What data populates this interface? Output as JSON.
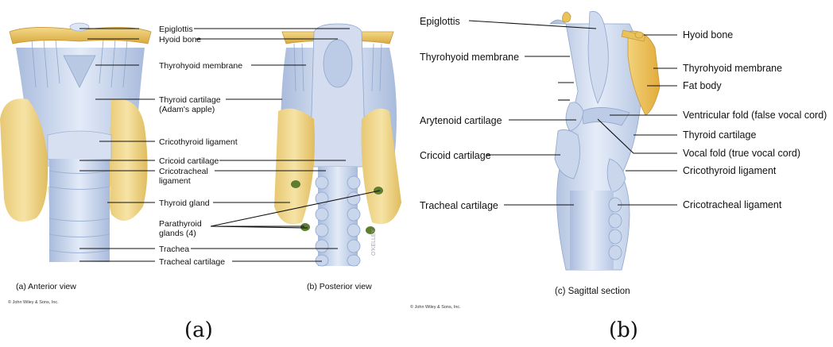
{
  "panel_a": {
    "labels": [
      "Epiglottis",
      "Hyoid bone",
      "Thyrohyoid membrane",
      "Thyroid cartilage",
      "(Adam's apple)",
      "Cricothyroid ligament",
      "Cricoid cartilage",
      "Cricotracheal",
      "ligament",
      "Thyroid gland",
      "Parathyroid",
      "glands (4)",
      "Trachea",
      "Tracheal cartilage"
    ],
    "caption_anterior": "(a) Anterior view",
    "caption_posterior": "(b) Posterior view",
    "copyright": "© John Wiley & Sons, Inc.",
    "artist_signature": "O'KELLEY",
    "subfigure_label": "(a)"
  },
  "panel_b": {
    "labels_left": [
      "Epiglottis",
      "Thyrohyoid membrane",
      "Arytenoid cartilage",
      "Cricoid cartilage",
      "Tracheal cartilage"
    ],
    "labels_right": [
      "Hyoid bone",
      "Thyrohyoid membrane",
      "Fat body",
      "Ventricular fold (false vocal cord)",
      "Thyroid cartilage",
      "Vocal fold (true vocal cord)",
      "Cricothyroid ligament",
      "Cricotracheal ligament"
    ],
    "caption": "(c) Sagittal section",
    "copyright": "© John Wiley & Sons, Inc.",
    "subfigure_label": "(b)"
  },
  "colors": {
    "cartilage": "#c9d6ec",
    "cartilage_dark": "#8fa6cc",
    "bone": "#e8c25a",
    "gland": "#f0d98a",
    "parathyroid": "#5f7d2e"
  }
}
